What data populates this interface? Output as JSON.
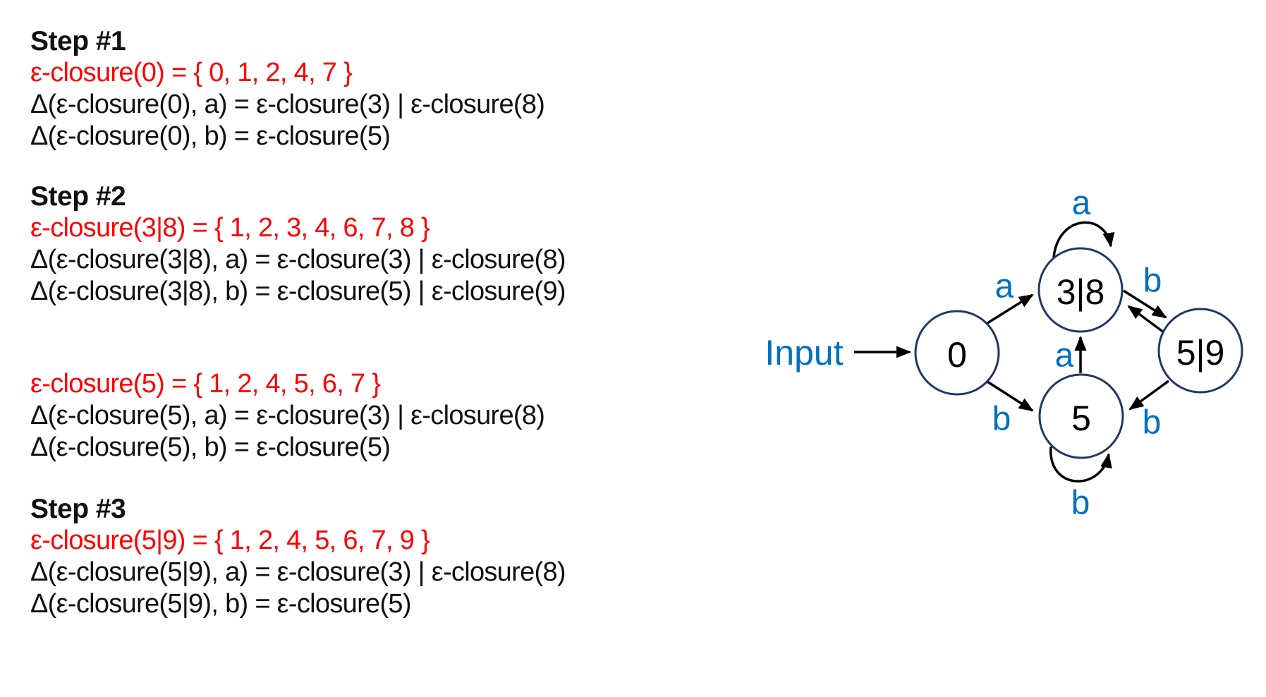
{
  "colors": {
    "closure_red": "#ff0000",
    "label_blue": "#0070c0",
    "circle_navy": "#1f3864",
    "text_black": "#111111"
  },
  "steps": [
    {
      "heading": "Step #1",
      "closure": "ε-closure(0) = { 0, 1, 2, 4, 7 }",
      "delta_a": "Δ(ε-closure(0), a) = ε-closure(3) | ε-closure(8)",
      "delta_b": "Δ(ε-closure(0), b) = ε-closure(5)"
    },
    {
      "heading": "Step #2",
      "closure": "ε-closure(3|8) = { 1, 2, 3, 4, 6, 7, 8 }",
      "delta_a": "Δ(ε-closure(3|8), a) = ε-closure(3) | ε-closure(8)",
      "delta_b": "Δ(ε-closure(3|8), b) = ε-closure(5) | ε-closure(9)"
    },
    {
      "heading": "",
      "closure": "ε-closure(5) = { 1, 2, 4, 5, 6, 7 }",
      "delta_a": "Δ(ε-closure(5), a) = ε-closure(3) | ε-closure(8)",
      "delta_b": "Δ(ε-closure(5), b) = ε-closure(5)"
    },
    {
      "heading": "Step #3",
      "closure": "ε-closure(5|9) = { 1, 2, 4, 5, 6, 7, 9 }",
      "delta_a": "Δ(ε-closure(5|9), a) = ε-closure(3) | ε-closure(8)",
      "delta_b": "Δ(ε-closure(5|9), b) = ε-closure(5)"
    }
  ],
  "diagram": {
    "input_label": "Input",
    "states": [
      {
        "label": "0"
      },
      {
        "label": "3|8"
      },
      {
        "label": "5|9"
      },
      {
        "label": "5"
      }
    ],
    "transitions": [
      {
        "from": "0",
        "to": "3|8",
        "symbol": "a"
      },
      {
        "from": "0",
        "to": "5",
        "symbol": "b"
      },
      {
        "from": "3|8",
        "to": "3|8",
        "symbol": "a"
      },
      {
        "from": "3|8",
        "to": "5|9",
        "symbol": "b"
      },
      {
        "from": "5|9",
        "to": "3|8",
        "symbol": ""
      },
      {
        "from": "5",
        "to": "3|8",
        "symbol": "a"
      },
      {
        "from": "5|9",
        "to": "5",
        "symbol": "b"
      },
      {
        "from": "5",
        "to": "5",
        "symbol": "b"
      }
    ]
  }
}
